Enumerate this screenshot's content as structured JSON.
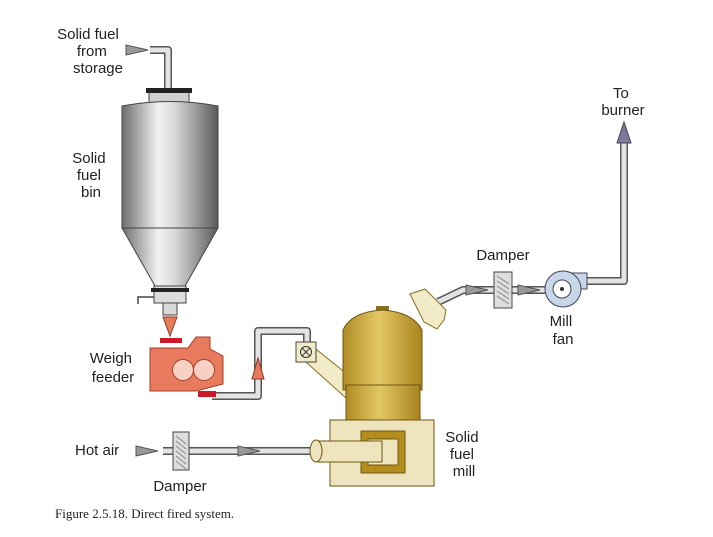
{
  "labels": {
    "fuel_from_storage": [
      "Solid fuel",
      "from",
      "storage"
    ],
    "fuel_bin": [
      "Solid",
      "fuel",
      "bin"
    ],
    "weigh_feeder": [
      "Weigh",
      "feeder"
    ],
    "hot_air": "Hot air",
    "damper_bottom": "Damper",
    "damper_top": "Damper",
    "to_burner": [
      "To",
      "burner"
    ],
    "mill_fan": [
      "Mill",
      "fan"
    ],
    "fuel_mill": [
      "Solid",
      "fuel",
      "mill"
    ]
  },
  "caption": "Figure 2.5.18. Direct fired system.",
  "colors": {
    "pipe": "#e4e4e4",
    "pipe_outline": "#555555",
    "arrow": "#8a8a8a",
    "feeder": "#e87a5e",
    "feeder_dark": "#cc1a2a",
    "mill": "#c8a43a",
    "mill_dark": "#b08c24",
    "mill_light": "#f2ebc8",
    "mill_base": "#eee5be",
    "burner_arrow": "#7a7aa0"
  }
}
